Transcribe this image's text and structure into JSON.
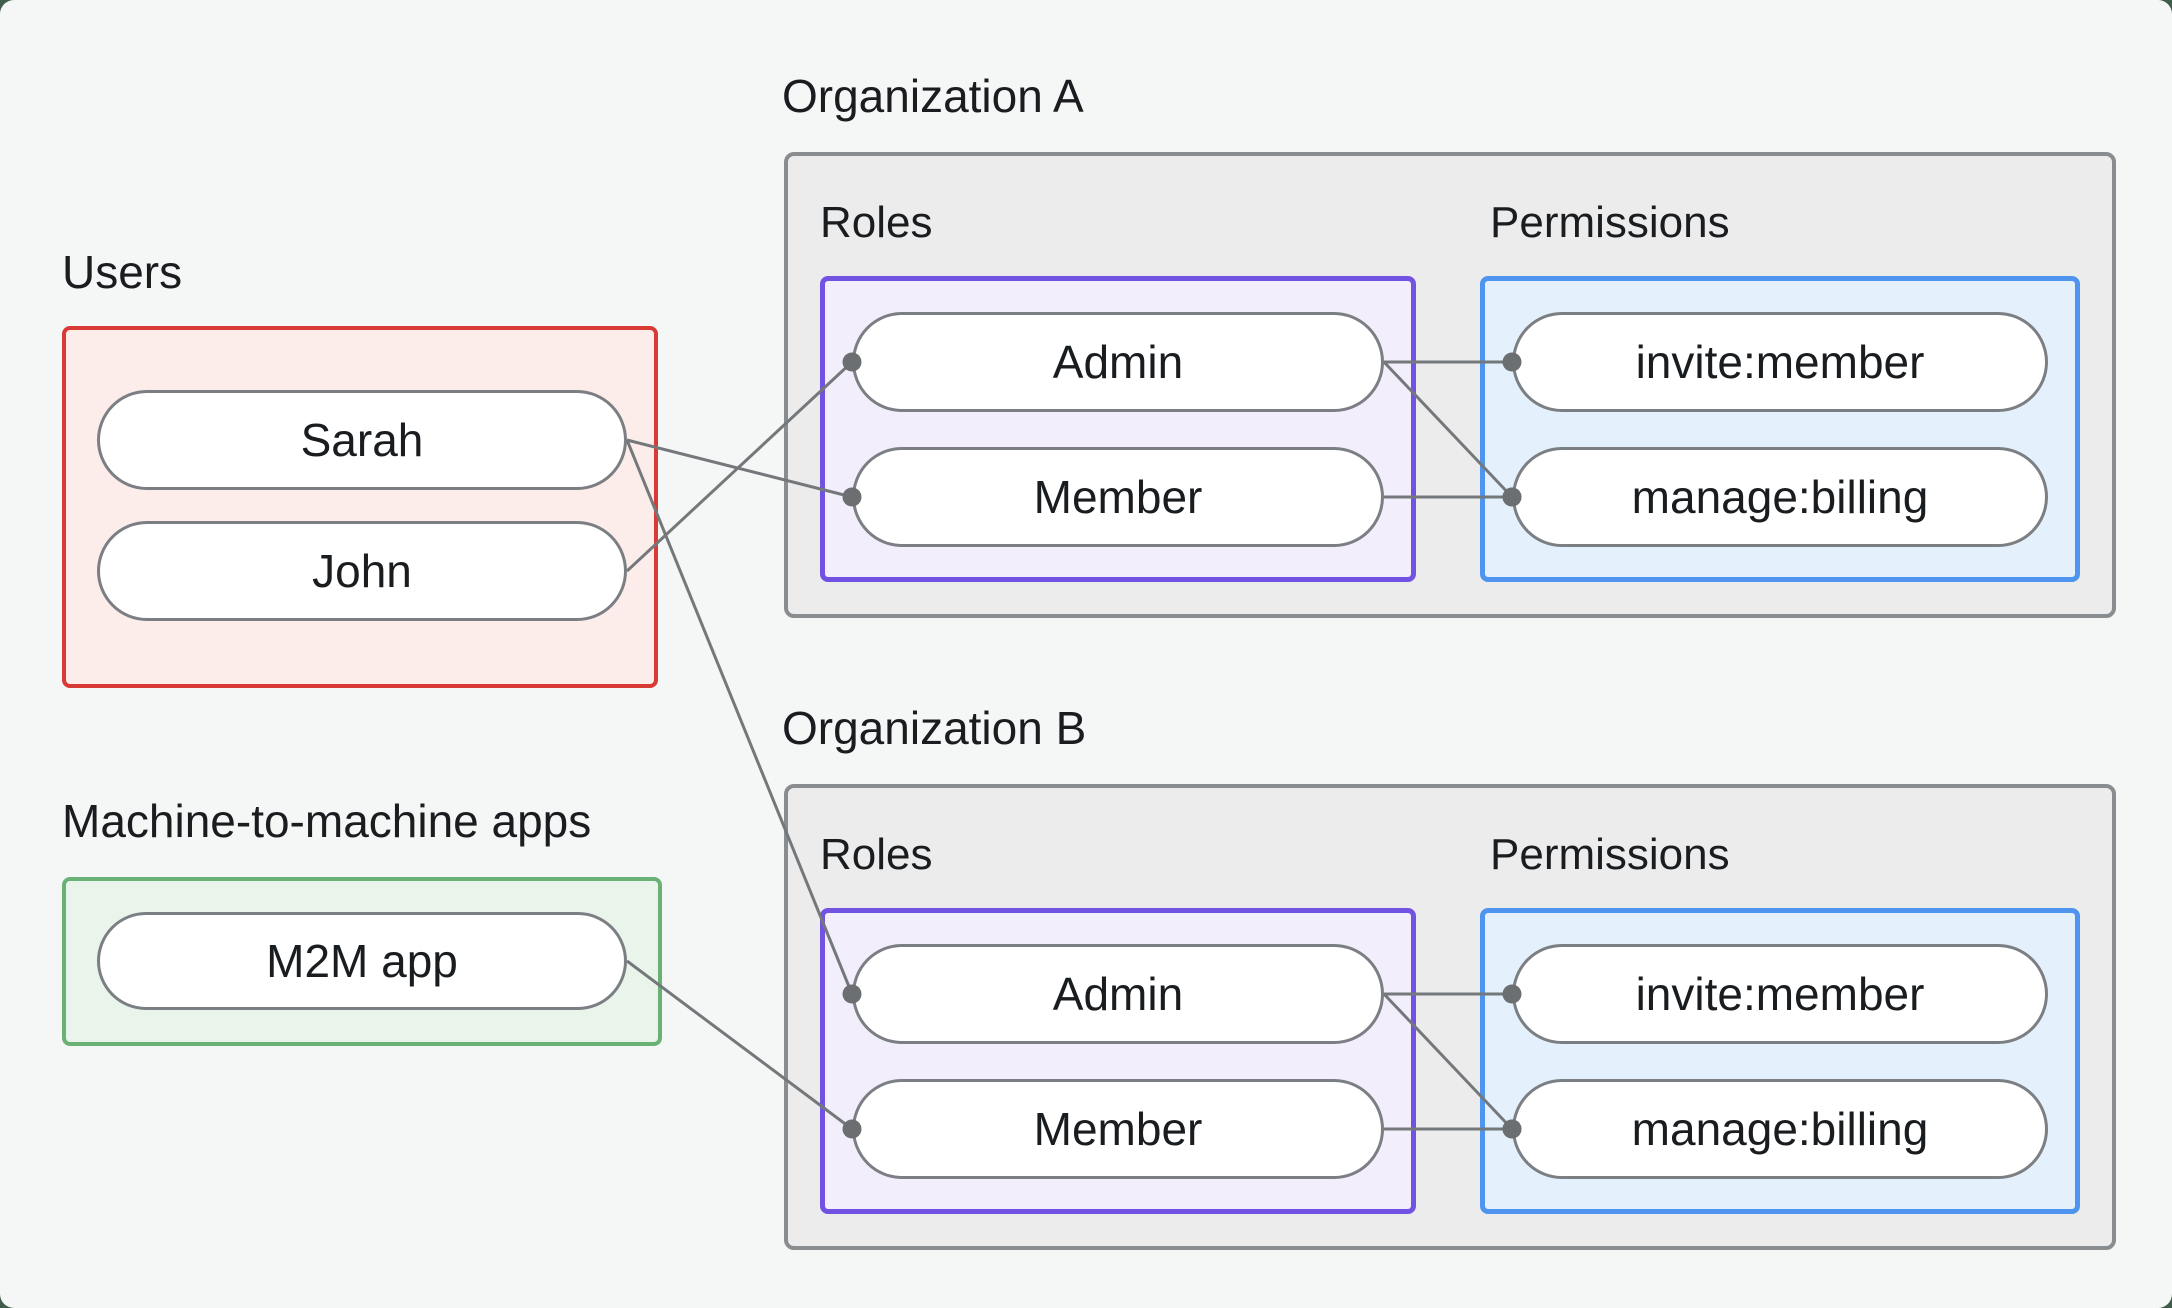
{
  "canvas": {
    "background": "#f5f7f6",
    "outside_background": "#405c4b"
  },
  "colors": {
    "users_border": "#d83b36",
    "users_fill": "#fcecea",
    "m2m_border": "#6ab175",
    "m2m_fill": "#e9f4eb",
    "roles_border": "#7152e3",
    "roles_fill": "#f3eefc",
    "permissions_border": "#4f94ee",
    "permissions_fill": "#e4f0fb",
    "org_border": "#8a8d8f",
    "org_fill": "#ececed",
    "pill_border": "#7b7f83",
    "connector": "#75787b",
    "connector_dot": "#6b6f72",
    "text": "#1a1d20"
  },
  "users_section": {
    "label": "Users",
    "items": [
      {
        "id": "user-sarah",
        "label": "Sarah"
      },
      {
        "id": "user-john",
        "label": "John"
      }
    ]
  },
  "m2m_section": {
    "label": "Machine-to-machine apps",
    "items": [
      {
        "id": "m2m-app",
        "label": "M2M app"
      }
    ]
  },
  "organizations": [
    {
      "id": "orgA",
      "title": "Organization A",
      "roles_label": "Roles",
      "permissions_label": "Permissions",
      "roles": [
        {
          "id": "orgA-role-admin",
          "label": "Admin"
        },
        {
          "id": "orgA-role-member",
          "label": "Member"
        }
      ],
      "permissions": [
        {
          "id": "orgA-perm-invite",
          "label": "invite:member"
        },
        {
          "id": "orgA-perm-manage",
          "label": "manage:billing"
        }
      ]
    },
    {
      "id": "orgB",
      "title": "Organization B",
      "roles_label": "Roles",
      "permissions_label": "Permissions",
      "roles": [
        {
          "id": "orgB-role-admin",
          "label": "Admin"
        },
        {
          "id": "orgB-role-member",
          "label": "Member"
        }
      ],
      "permissions": [
        {
          "id": "orgB-perm-invite",
          "label": "invite:member"
        },
        {
          "id": "orgB-perm-manage",
          "label": "manage:billing"
        }
      ]
    }
  ],
  "connections": [
    {
      "from": "user-sarah",
      "to": "orgA-role-member"
    },
    {
      "from": "user-sarah",
      "to": "orgB-role-admin"
    },
    {
      "from": "user-john",
      "to": "orgA-role-admin"
    },
    {
      "from": "m2m-app",
      "to": "orgB-role-member"
    },
    {
      "from": "orgA-role-admin",
      "to": "orgA-perm-invite"
    },
    {
      "from": "orgA-role-admin",
      "to": "orgA-perm-manage"
    },
    {
      "from": "orgA-role-member",
      "to": "orgA-perm-manage"
    },
    {
      "from": "orgB-role-admin",
      "to": "orgB-perm-invite"
    },
    {
      "from": "orgB-role-admin",
      "to": "orgB-perm-manage"
    },
    {
      "from": "orgB-role-member",
      "to": "orgB-perm-manage"
    }
  ]
}
